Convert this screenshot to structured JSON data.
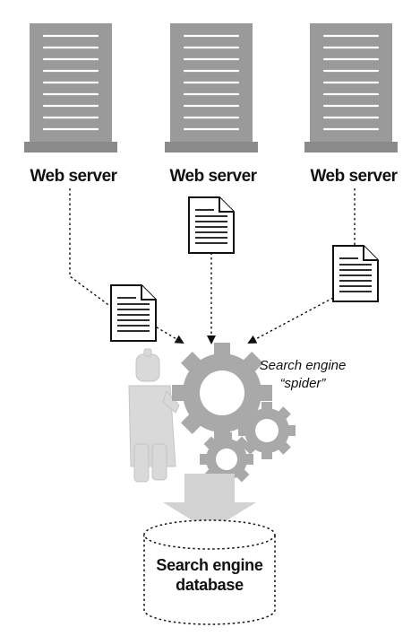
{
  "servers": [
    {
      "label": "Web server"
    },
    {
      "label": "Web server"
    },
    {
      "label": "Web server"
    }
  ],
  "spider": {
    "line1": "Search engine",
    "line2": "“spider”"
  },
  "database": {
    "line1": "Search engine",
    "line2": "database"
  },
  "colors": {
    "server_gray": "#9a9a9a",
    "server_dark": "#7c7c7c",
    "gear_gray": "#a9a9a9",
    "robot_gray": "#d9d9d9",
    "arrow_gray": "#cfcfcf",
    "ink": "#111111"
  }
}
